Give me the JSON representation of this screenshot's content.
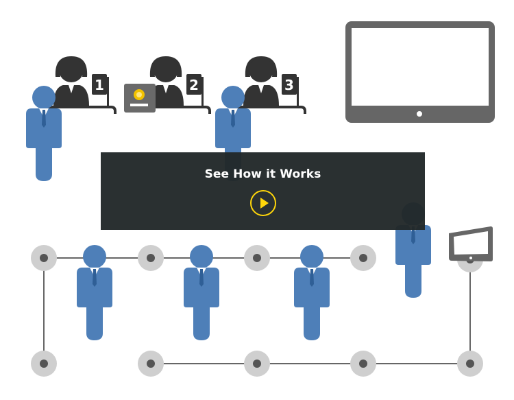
{
  "overlay": {
    "title": "See How it Works",
    "play_icon": "play-icon",
    "accent_color": "#ffd60a",
    "background_color": "#212829"
  },
  "stations": [
    {
      "number": "1"
    },
    {
      "number": "2"
    },
    {
      "number": "3"
    }
  ],
  "colors": {
    "person": "#4e7fb8",
    "agent": "#333333",
    "node_ring": "#cccccc",
    "node_core": "#555555",
    "line": "#666666",
    "monitor": "#666666"
  },
  "icons": [
    "person-icon",
    "agent-icon",
    "monitor-icon",
    "card-reader-icon",
    "network-node-icon"
  ]
}
